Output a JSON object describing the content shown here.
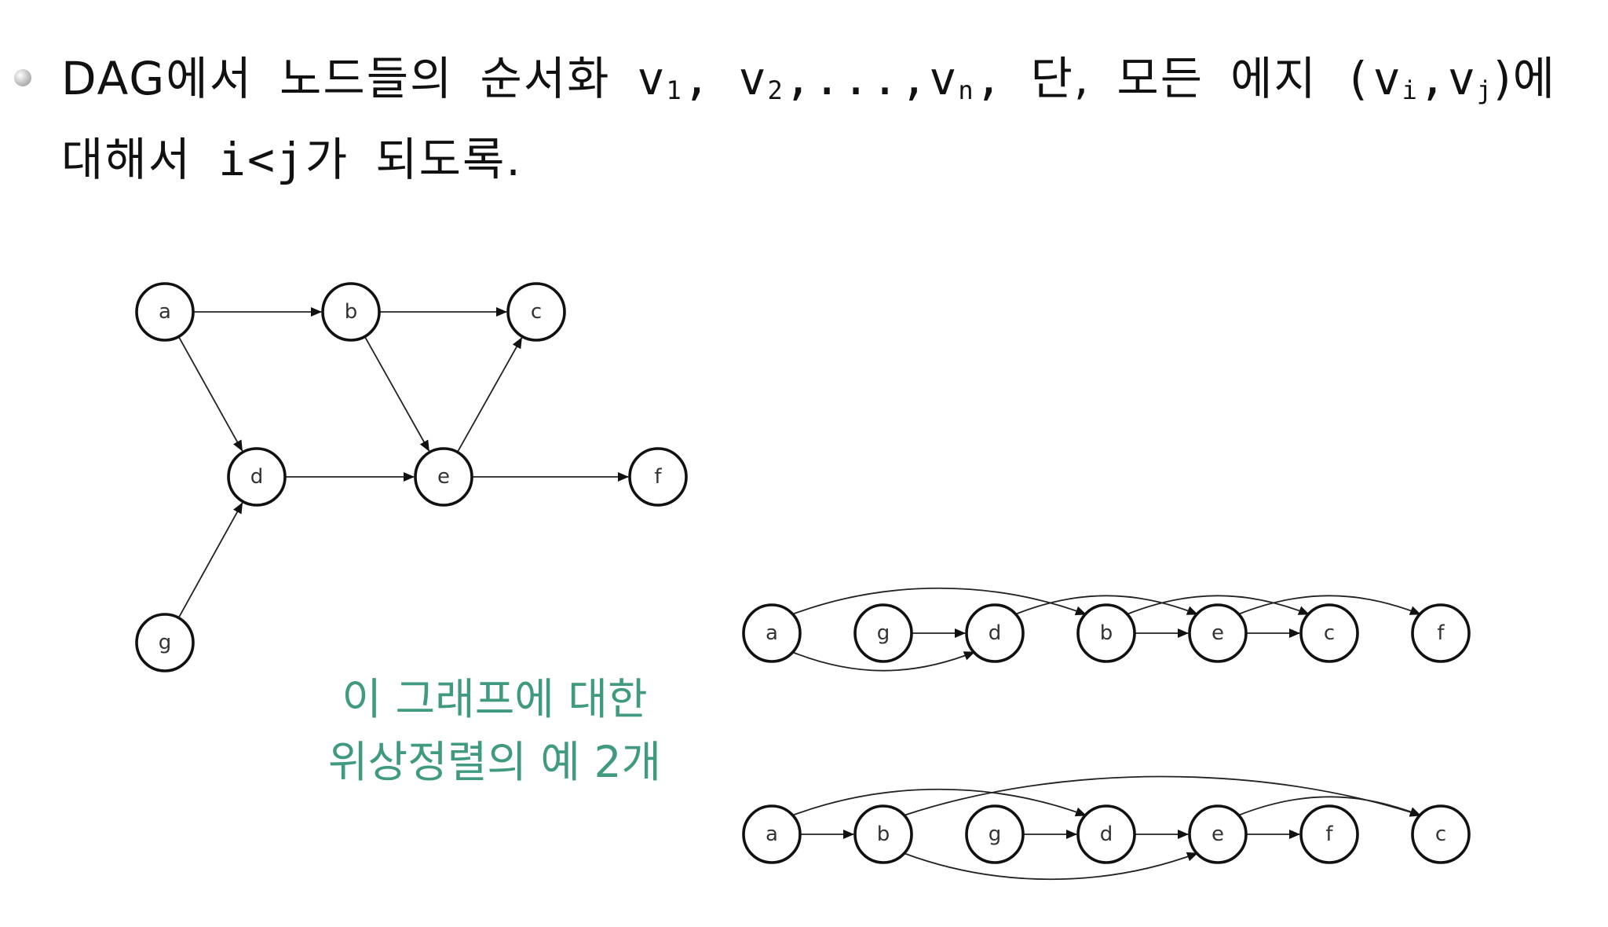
{
  "statement": {
    "prefix": "DAG에서",
    "w1": "노드들의",
    "w2": "순서화",
    "seq_v1": "v",
    "seq_s1": "1",
    "seq_c1": ",",
    "seq_v2": "v",
    "seq_s2": "2",
    "seq_mid": ",...,",
    "seq_vn": "v",
    "seq_sn": "n",
    "seq_c2": ",",
    "w3": "단,",
    "w4": "모든",
    "w5": "에지",
    "pair_open": "(v",
    "pair_si": "i",
    "pair_mid": ",v",
    "pair_sj": "j",
    "pair_close": ")에",
    "line2_w1": "대해서",
    "line2_cond": "i<j",
    "line2_ga": "가",
    "line2_end": "되도록."
  },
  "caption": {
    "line1": "이 그래프에 대한",
    "line2": "위상정렬의 예 2개"
  },
  "graph": {
    "nodes": [
      "a",
      "b",
      "c",
      "d",
      "e",
      "f",
      "g"
    ],
    "edges": [
      [
        "a",
        "b"
      ],
      [
        "b",
        "c"
      ],
      [
        "a",
        "d"
      ],
      [
        "b",
        "e"
      ],
      [
        "e",
        "c"
      ],
      [
        "d",
        "e"
      ],
      [
        "e",
        "f"
      ],
      [
        "g",
        "d"
      ]
    ]
  },
  "orderings": [
    [
      "a",
      "g",
      "d",
      "b",
      "e",
      "c",
      "f"
    ],
    [
      "a",
      "b",
      "g",
      "d",
      "e",
      "f",
      "c"
    ]
  ],
  "colors": {
    "caption": "#3f9a80",
    "node_stroke": "#111111",
    "edge": "#222222"
  }
}
